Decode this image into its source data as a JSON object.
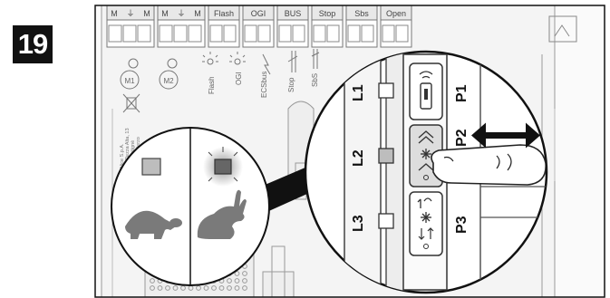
{
  "step": {
    "number": "19"
  },
  "terminals": [
    "M",
    "⏚",
    "M",
    "M",
    "⏚",
    "M",
    "Flash",
    "OGI",
    "BUS",
    "Stop",
    "Sbs",
    "Open"
  ],
  "board": {
    "motor1": "M1",
    "motor2": "M2",
    "flash": "Flash",
    "ogi": "OGI",
    "ecsbus": "ECSbus",
    "stop": "Stop",
    "sbs": "SbS",
    "maker_lines": [
      "Nice S.p.A.",
      "Via Pezza Alta, 13",
      "Z.I. Rustignè",
      "31046 Oderzo",
      "TV Italy"
    ]
  },
  "zoom": {
    "leds": [
      "L1",
      "L2",
      "L3"
    ],
    "buttons": [
      "P1",
      "P2",
      "P3"
    ]
  },
  "colors": {
    "badge": "#111111",
    "line": "#8a8a8a",
    "board_fill": "#f4f4f4",
    "animal": "#7a7a7a",
    "led_on": "#bdbdbd"
  },
  "icons": {
    "slow_speed": "tortoise-icon",
    "fast_speed": "rabbit-icon",
    "press": "finger-press-icon",
    "direction": "double-arrow-icon"
  }
}
